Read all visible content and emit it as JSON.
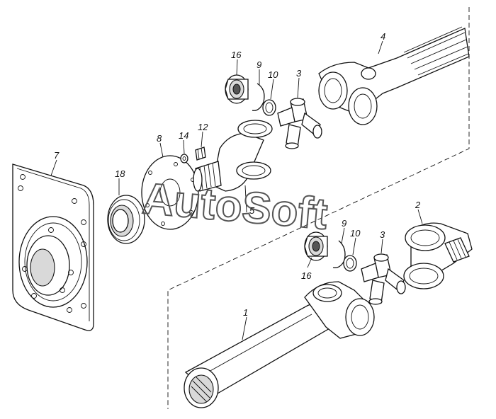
{
  "watermark": {
    "text": "AutoSoft"
  },
  "callouts": {
    "c1": "1",
    "c2": "2",
    "c3a": "3",
    "c3b": "3",
    "c4": "4",
    "c5": "5",
    "c7": "7",
    "c8": "8",
    "c9a": "9",
    "c9b": "9",
    "c10a": "10",
    "c10b": "10",
    "c12": "12",
    "c14": "14",
    "c16a": "16",
    "c16b": "16",
    "c18": "18"
  },
  "colors": {
    "line": "#111111",
    "background": "#ffffff",
    "watermark": "#555555"
  }
}
